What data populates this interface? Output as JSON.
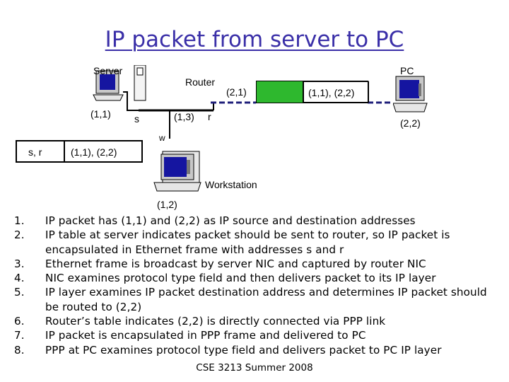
{
  "title": "IP packet from server to PC",
  "labels": {
    "server": "Server",
    "router": "Router",
    "pc": "PC",
    "workstation": "Workstation",
    "router_ppp_addr": "(2,1)",
    "router_pc_addrs": "(1,1), (2,2)",
    "server_addr": "(1,1)",
    "server_nic": "s",
    "router_eth_addr": "(1,3)",
    "router_nic": "r",
    "pc_addr": "(2,2)",
    "workstation_nic": "w",
    "eth_frame_addrs": "s, r",
    "eth_packet_addrs": "(1,1), (2,2)",
    "workstation_addr": "(1,2)"
  },
  "steps": [
    {
      "num": "1.",
      "text": "IP packet has (1,1) and (2,2) as IP source and destination addresses"
    },
    {
      "num": "2.",
      "text": "IP table at server indicates packet should be sent to router, so IP packet is encapsulated in Ethernet frame with addresses s and r"
    },
    {
      "num": "3.",
      "text": "Ethernet frame is broadcast by server NIC and captured by router NIC"
    },
    {
      "num": "4.",
      "text": "NIC examines protocol type field and then delivers packet to its IP layer"
    },
    {
      "num": "5.",
      "text": "IP layer examines IP packet destination address and determines IP packet should be routed to (2,2)"
    },
    {
      "num": "6.",
      "text": "Router’s table indicates (2,2) is directly connected via PPP link"
    },
    {
      "num": "7.",
      "text": "IP packet is encapsulated in PPP frame and delivered to PC"
    },
    {
      "num": "8.",
      "text": "PPP at PC examines protocol type field and delivers packet to PC IP layer"
    }
  ],
  "footer": "CSE 3213 Summer 2008",
  "colors": {
    "title": "#3a2fa8",
    "router_box": "#2eb82e",
    "ppp_link": "#1f1f7a"
  }
}
